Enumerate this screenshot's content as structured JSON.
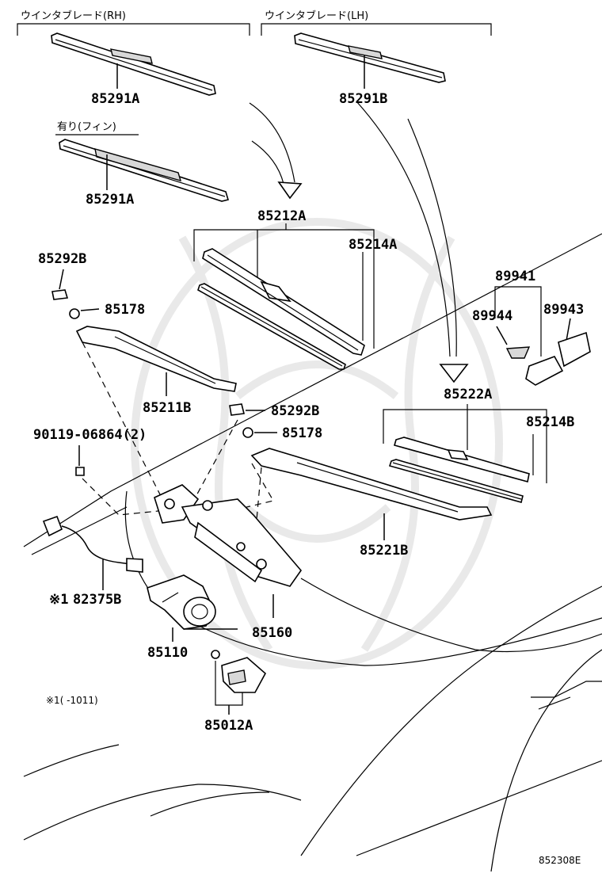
{
  "headers": {
    "rh": "ウインタブレード(RH)",
    "lh": "ウインタブレード(LH)",
    "fin": "有り(フィン)"
  },
  "parts": {
    "p85291A_rh": "85291A",
    "p85291B": "85291B",
    "p85291A_fin": "85291A",
    "p85212A": "85212A",
    "p85214A": "85214A",
    "p85292B_1": "85292B",
    "p85178_1": "85178",
    "p85211B": "85211B",
    "p85292B_2": "85292B",
    "p85178_2": "85178",
    "p90119": "90119-06864(2)",
    "p89941": "89941",
    "p89944": "89944",
    "p89943": "89943",
    "p85222A": "85222A",
    "p85214B": "85214B",
    "p85221B": "85221B",
    "p82375B_mark": "※1",
    "p82375B": "82375B",
    "p85160": "85160",
    "p85110": "85110",
    "p85012A": "85012A"
  },
  "footnote": "※1(     -1011)",
  "diagram_code": "852308E"
}
